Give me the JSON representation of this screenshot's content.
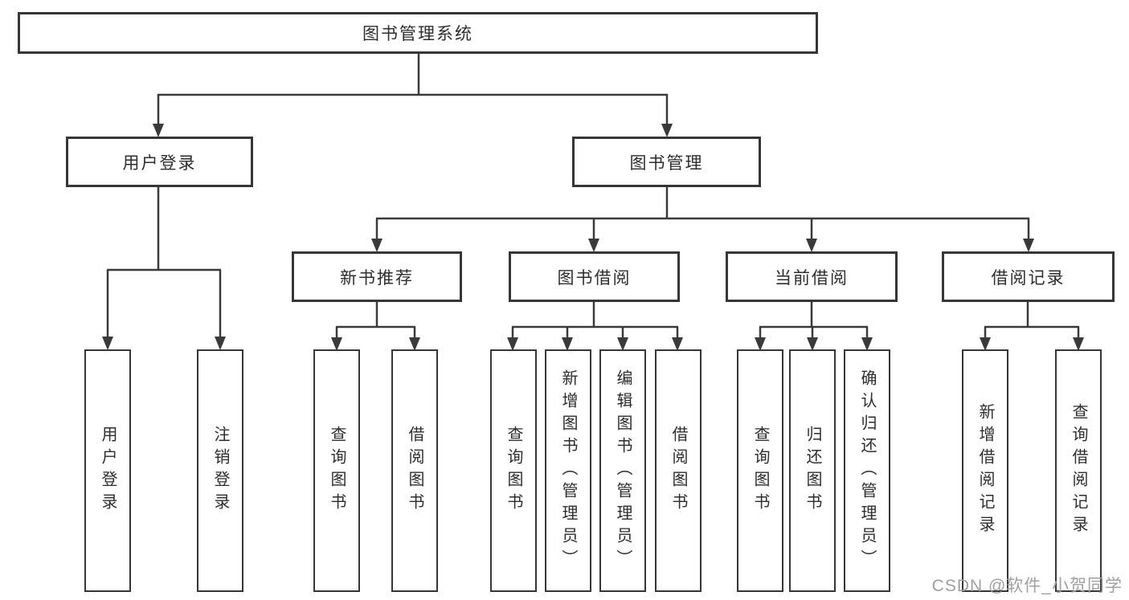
{
  "tree": {
    "root": {
      "label": "图书管理系统"
    },
    "branches": [
      {
        "label": "用户登录",
        "leaves": [
          {
            "label": "用户登录"
          },
          {
            "label": "注销登录"
          }
        ]
      },
      {
        "label": "图书管理",
        "groups": [
          {
            "label": "新书推荐",
            "leaves": [
              {
                "label": "查询图书"
              },
              {
                "label": "借阅图书"
              }
            ]
          },
          {
            "label": "图书借阅",
            "leaves": [
              {
                "label": "查询图书"
              },
              {
                "label": "新增图书（管理员）"
              },
              {
                "label": "编辑图书（管理员）"
              },
              {
                "label": "借阅图书"
              }
            ]
          },
          {
            "label": "当前借阅",
            "leaves": [
              {
                "label": "查询图书"
              },
              {
                "label": "归还图书"
              },
              {
                "label": "确认归还（管理员）"
              }
            ]
          },
          {
            "label": "借阅记录",
            "leaves": [
              {
                "label": "新增借阅记录"
              },
              {
                "label": "查询借阅记录"
              }
            ]
          }
        ]
      }
    ]
  },
  "watermark": "CSDN @软件_小贺同学",
  "colors": {
    "line": "#3a3a3a",
    "box_border": "#363636",
    "box_background": "#ffffff",
    "text": "#2d2d2d",
    "watermark": "#a0a0a0",
    "page_background": "#ffffff"
  }
}
